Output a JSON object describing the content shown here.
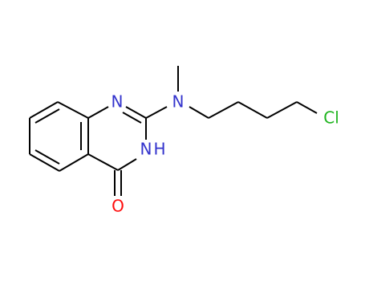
{
  "structure": {
    "colors": {
      "bond": "#000000",
      "nitrogen": "#3333cc",
      "oxygen": "#ff0d0d",
      "chlorine": "#1fb41f"
    },
    "atoms": {
      "n1": "N",
      "n_methyl": "N",
      "n3h": "H",
      "n3": "N",
      "oxygen": "O",
      "chlorine": "Cl"
    }
  }
}
